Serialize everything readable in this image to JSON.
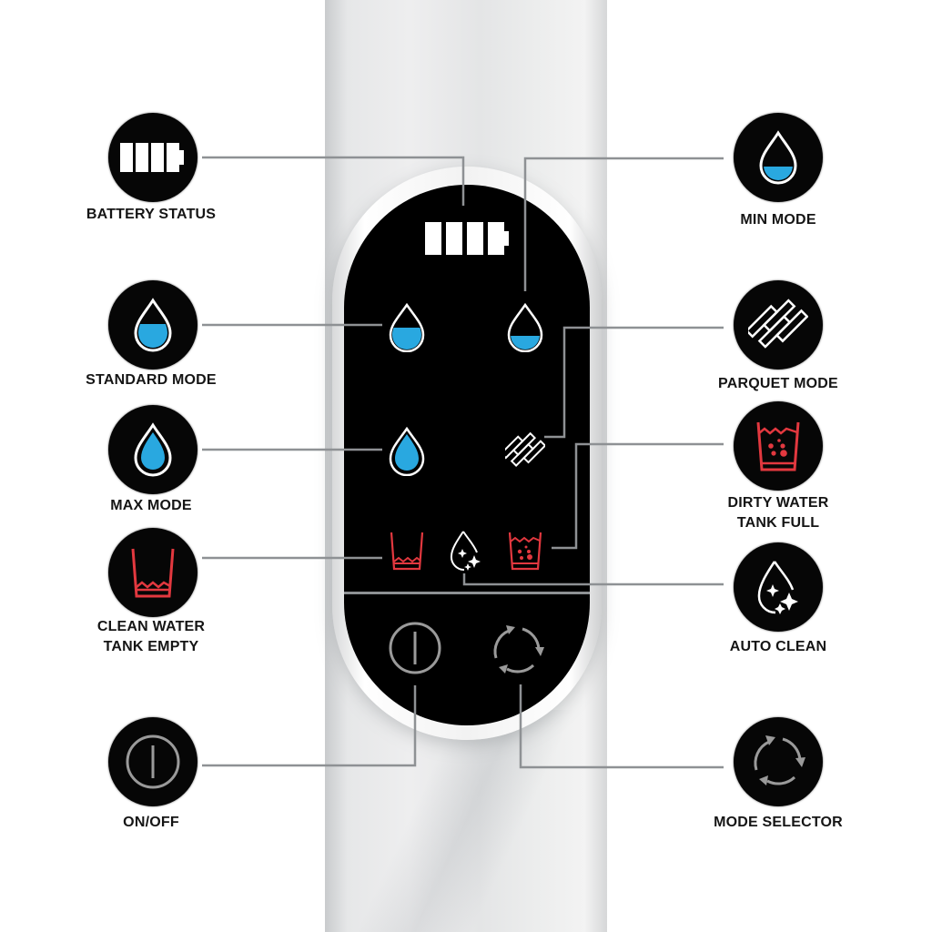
{
  "colors": {
    "background": "#ffffff",
    "panel": "#000000",
    "icon_circle": "#060606",
    "water_blue": "#29a8e0",
    "alert_red": "#e2383f",
    "line_gray": "#8e9194",
    "label_text": "#151515",
    "button_gray": "#9a9a9a"
  },
  "labels": {
    "battery_status": "BATTERY STATUS",
    "standard_mode": "STANDARD MODE",
    "max_mode": "MAX MODE",
    "clean_water_line1": "CLEAN WATER",
    "clean_water_line2": "TANK EMPTY",
    "on_off": "ON/OFF",
    "min_mode": "MIN MODE",
    "parquet_mode": "PARQUET MODE",
    "dirty_water_line1": "DIRTY WATER",
    "dirty_water_line2": "TANK FULL",
    "auto_clean": "AUTO CLEAN",
    "mode_selector": "MODE SELECTOR"
  },
  "icons": {
    "battery": "battery-full-icon",
    "standard": "water-drop-half-icon",
    "max": "water-drop-full-icon",
    "min": "water-drop-low-icon",
    "parquet": "parquet-icon",
    "clean_tank": "clean-water-tank-empty-icon",
    "dirty_tank": "dirty-water-tank-full-icon",
    "auto_clean": "auto-clean-icon",
    "power": "power-icon",
    "mode": "mode-cycle-icon"
  }
}
